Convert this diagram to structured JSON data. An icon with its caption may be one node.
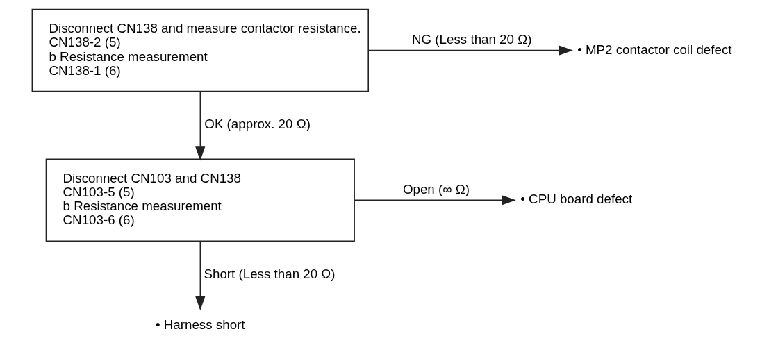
{
  "diagram": {
    "nodes": [
      {
        "text": [
          "Disconnect CN138 and measure contactor resistance.",
          "CN138-2 (5)",
          "b Resistance measurement",
          "CN138-1 (6)"
        ]
      },
      {
        "text": [
          "• MP2 contactor coil defect"
        ]
      },
      {
        "text": [
          "Disconnect CN103 and CN138",
          "CN103-5 (5)",
          "b Resistance measurement",
          "CN103-6 (6)"
        ]
      },
      {
        "text": [
          "• CPU board defect"
        ]
      },
      {
        "text": [
          "• Harness short"
        ]
      }
    ],
    "edges": [
      {
        "from": 0,
        "to": 1,
        "arrow": "to",
        "label": "NG (Less than 20 Ω)"
      },
      {
        "from": 0,
        "to": 2,
        "arrow": "to",
        "label": "OK (approx. 20 Ω)"
      },
      {
        "from": 2,
        "to": 3,
        "arrow": "to",
        "label": "Open (∞ Ω)"
      },
      {
        "from": 2,
        "to": 4,
        "arrow": "to",
        "label": "Short (Less than 20 Ω)"
      }
    ]
  }
}
